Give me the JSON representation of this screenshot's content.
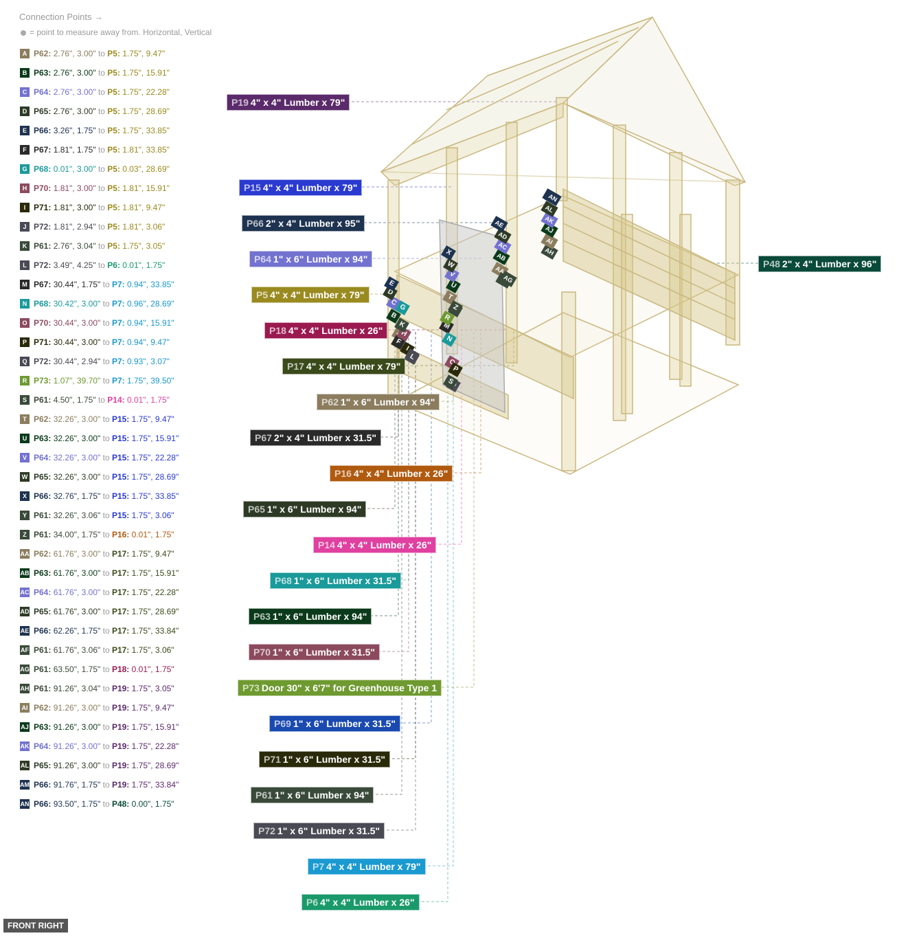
{
  "legend": {
    "title": "Connection Points →",
    "note": "= point to measure away from. Horizontal, Vertical"
  },
  "connections": [
    {
      "letter": "A",
      "from": "P62:",
      "from_val": "2.76\", 3.00\"",
      "to": "P5:",
      "to_val": "1.75\", 9.47\"",
      "color": "#8b7d5e",
      "to_color": "#9a8b21"
    },
    {
      "letter": "B",
      "from": "P63:",
      "from_val": "2.76\", 3.00\"",
      "to": "P5:",
      "to_val": "1.75\", 15.91\"",
      "color": "#0b3a1a",
      "to_color": "#9a8b21"
    },
    {
      "letter": "C",
      "from": "P64:",
      "from_val": "2.76\", 3.00\"",
      "to": "P5:",
      "to_val": "1.75\", 22.28\"",
      "color": "#7272d0",
      "to_color": "#9a8b21"
    },
    {
      "letter": "D",
      "from": "P65:",
      "from_val": "2.76\", 3.00\"",
      "to": "P5:",
      "to_val": "1.75\", 28.69\"",
      "color": "#2e3a25",
      "to_color": "#9a8b21"
    },
    {
      "letter": "E",
      "from": "P66:",
      "from_val": "3.26\", 1.75\"",
      "to": "P5:",
      "to_val": "1.75\", 33.85\"",
      "color": "#1e3350",
      "to_color": "#9a8b21"
    },
    {
      "letter": "F",
      "from": "P67:",
      "from_val": "1.81\", 1.75\"",
      "to": "P5:",
      "to_val": "1.81\", 33.85\"",
      "color": "#2a2a2a",
      "to_color": "#9a8b21"
    },
    {
      "letter": "G",
      "from": "P68:",
      "from_val": "0.01\", 3.00\"",
      "to": "P5:",
      "to_val": "0.03\", 28.69\"",
      "color": "#1a9a9a",
      "to_color": "#9a8b21"
    },
    {
      "letter": "H",
      "from": "P70:",
      "from_val": "1.81\", 3.00\"",
      "to": "P5:",
      "to_val": "1.81\", 15.91\"",
      "color": "#8c4a5e",
      "to_color": "#9a8b21"
    },
    {
      "letter": "I",
      "from": "P71:",
      "from_val": "1.81\", 3.00\"",
      "to": "P5:",
      "to_val": "1.81\", 9.47\"",
      "color": "#2a2a0a",
      "to_color": "#9a8b21"
    },
    {
      "letter": "J",
      "from": "P72:",
      "from_val": "1.81\", 2.94\"",
      "to": "P5:",
      "to_val": "1.81\", 3.06\"",
      "color": "#4a4a55",
      "to_color": "#9a8b21"
    },
    {
      "letter": "K",
      "from": "P61:",
      "from_val": "2.76\", 3.04\"",
      "to": "P5:",
      "to_val": "1.75\", 3.05\"",
      "color": "#3a4a3a",
      "to_color": "#9a8b21"
    },
    {
      "letter": "L",
      "from": "P72:",
      "from_val": "3.49\", 4.25\"",
      "to": "P6:",
      "to_val": "0.01\", 1.75\"",
      "color": "#4a4a55",
      "to_color": "#1a9a6a"
    },
    {
      "letter": "M",
      "from": "P67:",
      "from_val": "30.44\", 1.75\"",
      "to": "P7:",
      "to_val": "0.94\", 33.85\"",
      "color": "#2a2a2a",
      "to_color": "#1a9ad0"
    },
    {
      "letter": "N",
      "from": "P68:",
      "from_val": "30.42\", 3.00\"",
      "to": "P7:",
      "to_val": "0.96\", 28.69\"",
      "color": "#1a9a9a",
      "to_color": "#1a9ad0"
    },
    {
      "letter": "O",
      "from": "P70:",
      "from_val": "30.44\", 3.00\"",
      "to": "P7:",
      "to_val": "0.94\", 15.91\"",
      "color": "#8c4a5e",
      "to_color": "#1a9ad0"
    },
    {
      "letter": "P",
      "from": "P71:",
      "from_val": "30.44\", 3.00\"",
      "to": "P7:",
      "to_val": "0.94\", 9.47\"",
      "color": "#2a2a0a",
      "to_color": "#1a9ad0"
    },
    {
      "letter": "Q",
      "from": "P72:",
      "from_val": "30.44\", 2.94\"",
      "to": "P7:",
      "to_val": "0.93\", 3.07\"",
      "color": "#4a4a55",
      "to_color": "#1a9ad0"
    },
    {
      "letter": "R",
      "from": "P73:",
      "from_val": "1.07\", 39.70\"",
      "to": "P7:",
      "to_val": "1.75\", 39.50\"",
      "color": "#6e9a30",
      "to_color": "#1a9ad0"
    },
    {
      "letter": "S",
      "from": "P61:",
      "from_val": "4.50\", 1.75\"",
      "to": "P14:",
      "to_val": "0.01\", 1.75\"",
      "color": "#3a4a3a",
      "to_color": "#e040a0"
    },
    {
      "letter": "T",
      "from": "P62:",
      "from_val": "32.26\", 3.00\"",
      "to": "P15:",
      "to_val": "1.75\", 9.47\"",
      "color": "#8b7d5e",
      "to_color": "#2a3ad0"
    },
    {
      "letter": "U",
      "from": "P63:",
      "from_val": "32.26\", 3.00\"",
      "to": "P15:",
      "to_val": "1.75\", 15.91\"",
      "color": "#0b3a1a",
      "to_color": "#2a3ad0"
    },
    {
      "letter": "V",
      "from": "P64:",
      "from_val": "32.26\", 3.00\"",
      "to": "P15:",
      "to_val": "1.75\", 22.28\"",
      "color": "#7272d0",
      "to_color": "#2a3ad0"
    },
    {
      "letter": "W",
      "from": "P65:",
      "from_val": "32.26\", 3.00\"",
      "to": "P15:",
      "to_val": "1.75\", 28.69\"",
      "color": "#2e3a25",
      "to_color": "#2a3ad0"
    },
    {
      "letter": "X",
      "from": "P66:",
      "from_val": "32.76\", 1.75\"",
      "to": "P15:",
      "to_val": "1.75\", 33.85\"",
      "color": "#1e3350",
      "to_color": "#2a3ad0"
    },
    {
      "letter": "Y",
      "from": "P61:",
      "from_val": "32.26\", 3.06\"",
      "to": "P15:",
      "to_val": "1.75\", 3.06\"",
      "color": "#3a4a3a",
      "to_color": "#2a3ad0"
    },
    {
      "letter": "Z",
      "from": "P61:",
      "from_val": "34.00\", 1.75\"",
      "to": "P16:",
      "to_val": "0.01\", 1.75\"",
      "color": "#3a4a3a",
      "to_color": "#b05a10"
    },
    {
      "letter": "AA",
      "from": "P62:",
      "from_val": "61.76\", 3.00\"",
      "to": "P17:",
      "to_val": "1.75\", 9.47\"",
      "color": "#8b7d5e",
      "to_color": "#3a4a1a"
    },
    {
      "letter": "AB",
      "from": "P63:",
      "from_val": "61.76\", 3.00\"",
      "to": "P17:",
      "to_val": "1.75\", 15.91\"",
      "color": "#0b3a1a",
      "to_color": "#3a4a1a"
    },
    {
      "letter": "AC",
      "from": "P64:",
      "from_val": "61.76\", 3.00\"",
      "to": "P17:",
      "to_val": "1.75\", 22.28\"",
      "color": "#7272d0",
      "to_color": "#3a4a1a"
    },
    {
      "letter": "AD",
      "from": "P65:",
      "from_val": "61.76\", 3.00\"",
      "to": "P17:",
      "to_val": "1.75\", 28.69\"",
      "color": "#2e3a25",
      "to_color": "#3a4a1a"
    },
    {
      "letter": "AE",
      "from": "P66:",
      "from_val": "62.26\", 1.75\"",
      "to": "P17:",
      "to_val": "1.75\", 33.84\"",
      "color": "#1e3350",
      "to_color": "#3a4a1a"
    },
    {
      "letter": "AF",
      "from": "P61:",
      "from_val": "61.76\", 3.06\"",
      "to": "P17:",
      "to_val": "1.75\", 3.06\"",
      "color": "#3a4a3a",
      "to_color": "#3a4a1a"
    },
    {
      "letter": "AG",
      "from": "P61:",
      "from_val": "63.50\", 1.75\"",
      "to": "P18:",
      "to_val": "0.01\", 1.75\"",
      "color": "#3a4a3a",
      "to_color": "#9a1a50"
    },
    {
      "letter": "AH",
      "from": "P61:",
      "from_val": "91.26\", 3.04\"",
      "to": "P19:",
      "to_val": "1.75\", 3.05\"",
      "color": "#3a4a3a",
      "to_color": "#5a2a6a"
    },
    {
      "letter": "AI",
      "from": "P62:",
      "from_val": "91.26\", 3.00\"",
      "to": "P19:",
      "to_val": "1.75\", 9.47\"",
      "color": "#8b7d5e",
      "to_color": "#5a2a6a"
    },
    {
      "letter": "AJ",
      "from": "P63:",
      "from_val": "91.26\", 3.00\"",
      "to": "P19:",
      "to_val": "1.75\", 15.91\"",
      "color": "#0b3a1a",
      "to_color": "#5a2a6a"
    },
    {
      "letter": "AK",
      "from": "P64:",
      "from_val": "91.26\", 3.00\"",
      "to": "P19:",
      "to_val": "1.75\", 22.28\"",
      "color": "#7272d0",
      "to_color": "#5a2a6a"
    },
    {
      "letter": "AL",
      "from": "P65:",
      "from_val": "91.26\", 3.00\"",
      "to": "P19:",
      "to_val": "1.75\", 28.69\"",
      "color": "#2e3a25",
      "to_color": "#5a2a6a"
    },
    {
      "letter": "AM",
      "from": "P66:",
      "from_val": "91.76\", 1.75\"",
      "to": "P19:",
      "to_val": "1.75\", 33.84\"",
      "color": "#1e3350",
      "to_color": "#5a2a6a"
    },
    {
      "letter": "AN",
      "from": "P66:",
      "from_val": "93.50\", 1.75\"",
      "to": "P48:",
      "to_val": "0.00\", 1.75\"",
      "color": "#1e3350",
      "to_color": "#0a4a3a"
    }
  ],
  "parts": [
    {
      "id": "P19",
      "desc": "4\" x 4\" Lumber x 79\"",
      "color": "#5a2a6a"
    },
    {
      "id": "P15",
      "desc": "4\" x 4\" Lumber x 79\"",
      "color": "#2a3ad0"
    },
    {
      "id": "P66",
      "desc": "2\" x 4\" Lumber  x 95\"",
      "color": "#1e3350"
    },
    {
      "id": "P64",
      "desc": "1\" x 6\" Lumber x 94\"",
      "color": "#7272d0"
    },
    {
      "id": "P5",
      "desc": "4\" x 4\" Lumber x 79\"",
      "color": "#9a8b21"
    },
    {
      "id": "P18",
      "desc": "4\" x 4\" Lumber x 26\"",
      "color": "#9a1a50"
    },
    {
      "id": "P17",
      "desc": "4\" x 4\" Lumber x 79\"",
      "color": "#3a4a1a"
    },
    {
      "id": "P62",
      "desc": "1\" x 6\" Lumber x 94\"",
      "color": "#8b7d5e"
    },
    {
      "id": "P67",
      "desc": "2\" x 4\" Lumber  x 31.5\"",
      "color": "#2a2a2a"
    },
    {
      "id": "P16",
      "desc": "4\" x 4\" Lumber x 26\"",
      "color": "#b05a10"
    },
    {
      "id": "P65",
      "desc": "1\" x 6\" Lumber x 94\"",
      "color": "#2e3a25"
    },
    {
      "id": "P14",
      "desc": "4\" x 4\" Lumber x 26\"",
      "color": "#e040a0"
    },
    {
      "id": "P68",
      "desc": "1\" x 6\" Lumber x 31.5\"",
      "color": "#1a9a9a"
    },
    {
      "id": "P63",
      "desc": "1\" x 6\" Lumber x 94\"",
      "color": "#0b3a1a"
    },
    {
      "id": "P70",
      "desc": "1\" x 6\" Lumber x 31.5\"",
      "color": "#8c4a5e"
    },
    {
      "id": "P73",
      "desc": "Door 30\" x 6'7\" for Greenhouse Type 1",
      "color": "#6e9a30"
    },
    {
      "id": "P69",
      "desc": "1\" x 6\" Lumber x 31.5\"",
      "color": "#1a4ab0"
    },
    {
      "id": "P71",
      "desc": "1\" x 6\" Lumber x 31.5\"",
      "color": "#2a2a0a"
    },
    {
      "id": "P61",
      "desc": "1\" x 6\" Lumber x 94\"",
      "color": "#3a4a3a"
    },
    {
      "id": "P72",
      "desc": "1\" x 6\" Lumber x 31.5\"",
      "color": "#4a4a55"
    },
    {
      "id": "P7",
      "desc": "4\" x 4\" Lumber x 79\"",
      "color": "#1a9ad0"
    },
    {
      "id": "P6",
      "desc": "4\" x 4\" Lumber x 26\"",
      "color": "#1a9a6a"
    },
    {
      "id": "P48",
      "desc": "2\" x 4\" Lumber  x 96\"",
      "color": "#0a4a3a"
    }
  ],
  "view_badge": "FRONT RIGHT"
}
